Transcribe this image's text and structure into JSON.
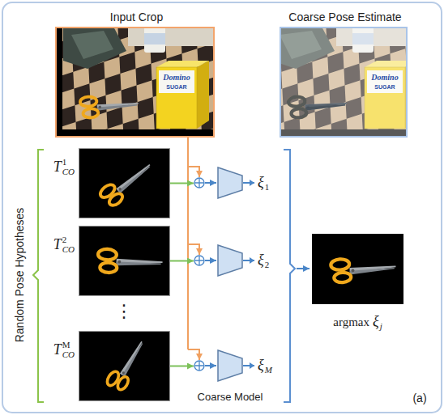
{
  "diagram": {
    "nodes": [
      {
        "text": [
          "Input Crop"
        ]
      },
      {
        "text": [
          "Coarse Pose Estimate"
        ]
      },
      {
        "text": [
          "T",
          "1",
          "CO"
        ]
      },
      {
        "text": [
          "ξ",
          "1"
        ]
      },
      {
        "text": [
          "T",
          "2",
          "CO"
        ]
      },
      {
        "text": [
          "ξ",
          "2"
        ]
      },
      {
        "text": [
          "T",
          "M",
          "CO"
        ]
      },
      {
        "text": [
          "ξ",
          "M",
          "Coarse Model"
        ]
      },
      {
        "text": [
          "argmax",
          "ξ",
          "j"
        ]
      }
    ],
    "edges": [
      {
        "from": 2,
        "to": 3,
        "arrow": "to"
      },
      {
        "from": 4,
        "to": 5,
        "arrow": "to"
      },
      {
        "from": 6,
        "to": 7,
        "arrow": "to"
      }
    ],
    "labels": [
      "Domino",
      "SUGAR",
      "Domino",
      "SUGAR",
      "Random Pose Hypotheses",
      "⋮",
      "(a)"
    ]
  }
}
